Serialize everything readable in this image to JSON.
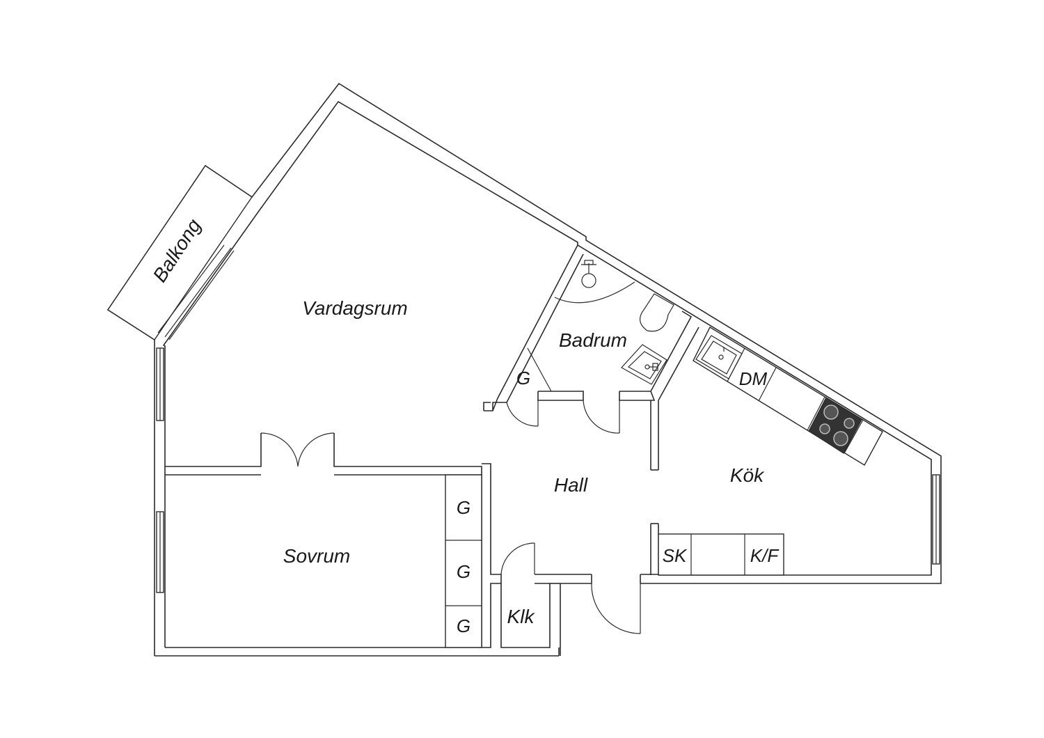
{
  "plan": {
    "rooms": {
      "vardagsrum": "Vardagsrum",
      "balkong": "Balkong",
      "badrum": "Badrum",
      "hall": "Hall",
      "kok": "Kök",
      "sovrum": "Sovrum",
      "klk": "Klk"
    },
    "fixtures": {
      "garderob": "G",
      "diskmaskin": "DM",
      "skap": "SK",
      "kylfrys": "K/F"
    }
  }
}
